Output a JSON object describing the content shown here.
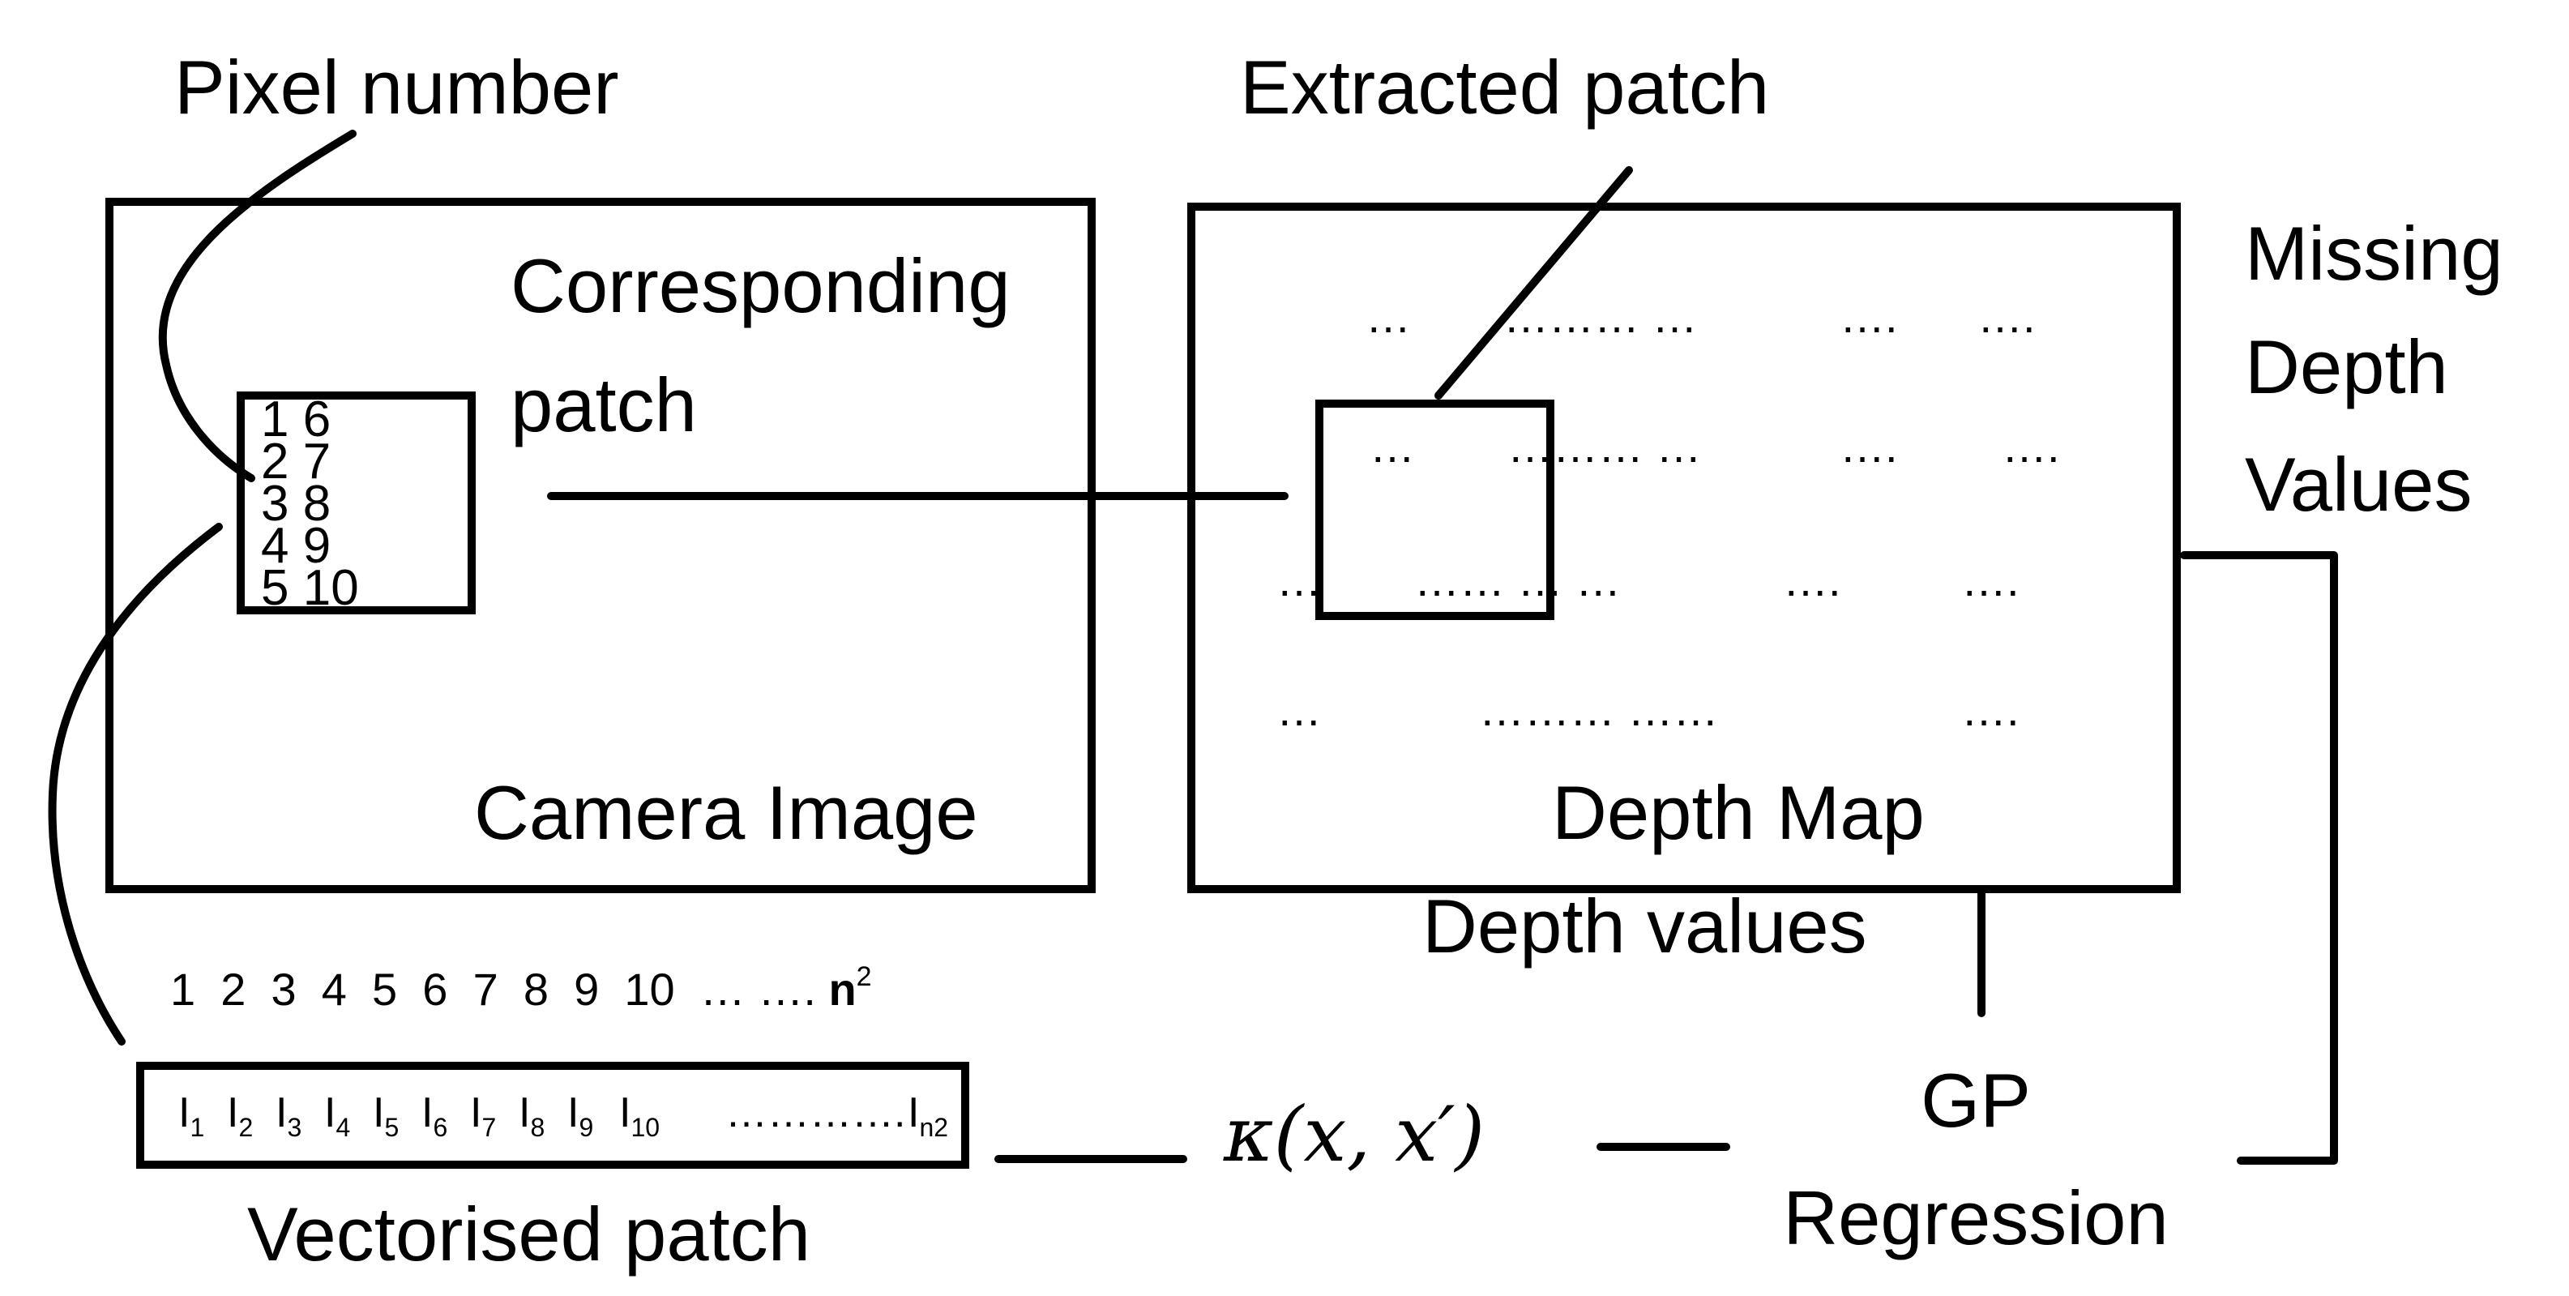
{
  "labels": {
    "pixel_number": "Pixel number",
    "extracted_patch": "Extracted patch",
    "corresponding_line1": "Corresponding",
    "corresponding_line2": "patch",
    "missing_line1": "Missing",
    "missing_line2": "Depth",
    "missing_line3": "Values",
    "camera_image": "Camera Image",
    "depth_map": "Depth Map",
    "depth_values": "Depth values",
    "gp_line1": "GP",
    "gp_line2": "Regression",
    "vectorised_patch": "Vectorised patch",
    "kernel": "κ(x, x′)"
  },
  "patch_grid": [
    "1 6",
    "2 7",
    "3 8",
    "4 9",
    "5 10"
  ],
  "index_row": "1  2  3  4  5  6  7  8  9  10  … …. ",
  "index_last": "n",
  "index_last_sup": "2",
  "vector_entries": [
    {
      "base": "I",
      "sub": "1"
    },
    {
      "base": "I",
      "sub": "2"
    },
    {
      "base": "I",
      "sub": "3"
    },
    {
      "base": "I",
      "sub": "4"
    },
    {
      "base": "I",
      "sub": "5"
    },
    {
      "base": "I",
      "sub": "6"
    },
    {
      "base": "I",
      "sub": "7"
    },
    {
      "base": "I",
      "sub": "8"
    },
    {
      "base": "I",
      "sub": "9"
    },
    {
      "base": "I",
      "sub": "10"
    }
  ],
  "vector_ellipsis": "………….",
  "vector_last": {
    "base": "I",
    "sub": "n2"
  },
  "depth_dots": {
    "row1": [
      "…",
      "………  …",
      "….",
      "…."
    ],
    "row2": [
      "…",
      "………  …",
      "….",
      "…."
    ],
    "row3": [
      "…",
      "……  …  …",
      "….",
      "…."
    ],
    "row4": [
      "…",
      "………  ……",
      "…."
    ]
  }
}
